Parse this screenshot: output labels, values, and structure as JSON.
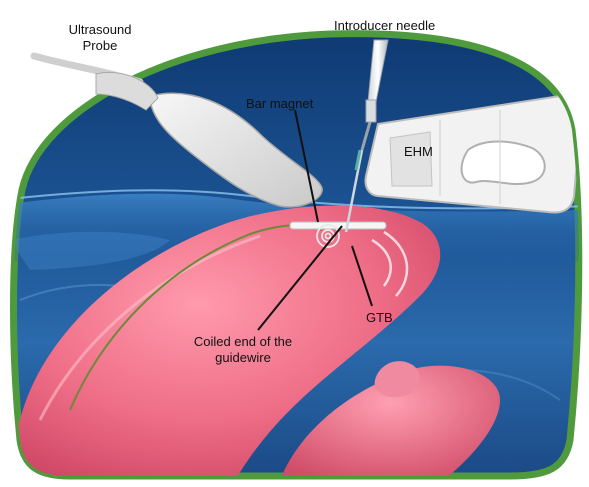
{
  "labels": {
    "ultrasound_probe_line1": "Ultrasound",
    "ultrasound_probe_line2": "Probe",
    "introducer_needle": "Introducer needle",
    "bar_magnet": "Bar magnet",
    "ehm": "EHM",
    "gtb": "GTB",
    "coiled_end_line1": "Coiled end of the",
    "coiled_end_line2": "guidewire"
  },
  "colors": {
    "frame_border": "#4f9a3c",
    "background_blue": "#1f4f8c",
    "tissue_pink": "#e8607a",
    "device_white": "#eeeeee"
  },
  "icons": [
    "ultrasound-probe-icon",
    "introducer-needle-icon",
    "ehm-device-icon",
    "bar-magnet-icon",
    "guidewire-coil-icon"
  ]
}
